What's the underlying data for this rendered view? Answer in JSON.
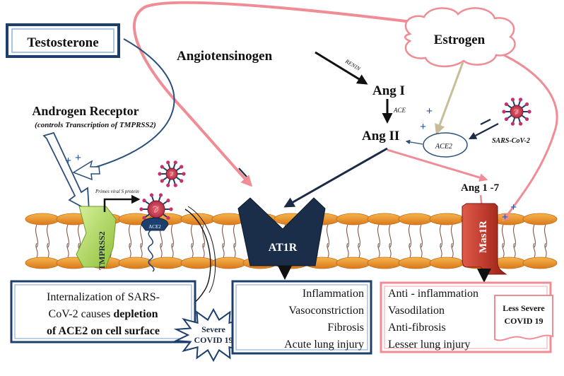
{
  "hormones": {
    "testosterone": "Testosterone",
    "estrogen": "Estrogen"
  },
  "receptor": {
    "title": "Androgen Receptor",
    "subtitle": "(controls Transcription of TMPRSS2)"
  },
  "raas": {
    "angiotensinogen": "Angiotensinogen",
    "renin": "RENIN",
    "ang1": "Ang I",
    "ace": "ACE",
    "ang2": "Ang II",
    "ace2": "ACE2",
    "sars": "SARS-CoV-2",
    "ang17": "Ang 1 -7"
  },
  "membrane": {
    "tmprss2": "TMPRSS2",
    "primes": "Primes viral S protein",
    "ace2_small": "ACE2",
    "at1r": "AT1R",
    "mas1r": "Mas1R"
  },
  "signs": {
    "plus": "+",
    "minus": "–"
  },
  "boxes": {
    "internalization": {
      "line1_pre": "Internalization of SARS-",
      "line2_pre": "CoV-2 causes ",
      "line2_bold": "depletion",
      "line3_bold": "of ACE2 on cell surface"
    },
    "at1r_effects": [
      "Inflammation",
      "Vasoconstriction",
      "Fibrosis",
      "Acute lung injury"
    ],
    "mas_effects": [
      "Anti - inflammation",
      "Vasodilation",
      "Anti-fibrosis",
      "Lesser lung injury"
    ]
  },
  "outcomes": {
    "severe_1": "Severe",
    "severe_2": "COVID 19",
    "less_1": "Less Severe",
    "less_2": "COVID 19"
  }
}
